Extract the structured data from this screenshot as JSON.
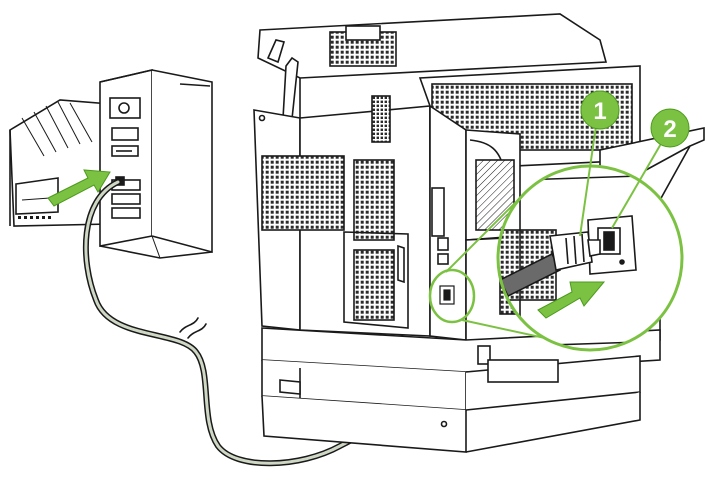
{
  "diagram": {
    "callouts": [
      {
        "number": "1",
        "target": "power-cord-plug"
      },
      {
        "number": "2",
        "target": "power-receptacle"
      }
    ],
    "colors": {
      "accent_green": "#7cc242",
      "accent_green_dark": "#4c9a1c",
      "outline": "#1a1a1a",
      "panel_fill": "#ffffff",
      "vent": "#2b2b2b",
      "cable": "#3c3c3c"
    },
    "icons": [
      "computer-tower-icon",
      "printer-icon",
      "power-cord-icon",
      "arrow-icon",
      "zoom-circle-icon"
    ]
  }
}
